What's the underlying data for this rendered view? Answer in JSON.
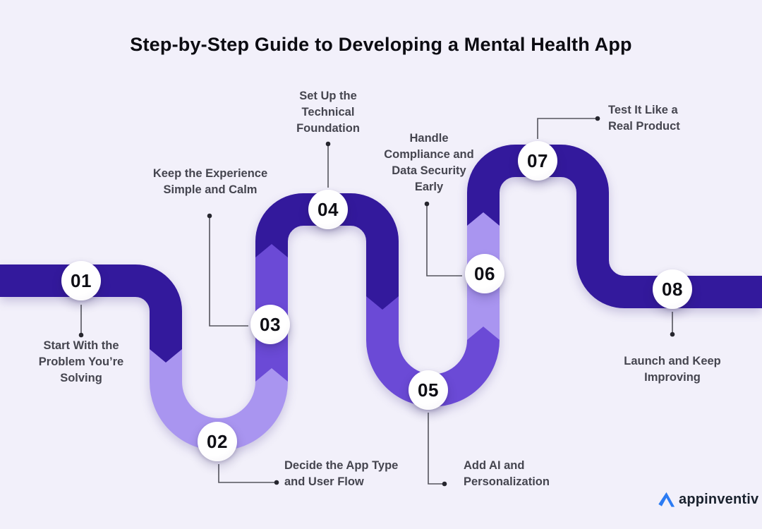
{
  "title": "Step-by-Step Guide to Developing a Mental Health App",
  "brand": {
    "wordmark": "appinventiv"
  },
  "colors": {
    "background": "#f2f0fa",
    "ribbon_dark": "#33199c",
    "ribbon_medium": "#6b4ad6",
    "ribbon_light": "#a995f0",
    "logo_blue": "#2b7bf3"
  },
  "steps": [
    {
      "number": "01",
      "lines": [
        "Start With the",
        "Problem You’re",
        "Solving"
      ]
    },
    {
      "number": "02",
      "lines": [
        "Decide the App Type",
        "and User Flow"
      ]
    },
    {
      "number": "03",
      "lines": [
        "Keep the Experience",
        "Simple and Calm"
      ]
    },
    {
      "number": "04",
      "lines": [
        "Set Up the",
        "Technical",
        "Foundation"
      ]
    },
    {
      "number": "05",
      "lines": [
        "Add AI and",
        "Personalization"
      ]
    },
    {
      "number": "06",
      "lines": [
        "Handle",
        "Compliance and",
        "Data Security",
        "Early"
      ]
    },
    {
      "number": "07",
      "lines": [
        "Test It Like a",
        "Real Product"
      ]
    },
    {
      "number": "08",
      "lines": [
        "Launch and Keep",
        "Improving"
      ]
    }
  ]
}
